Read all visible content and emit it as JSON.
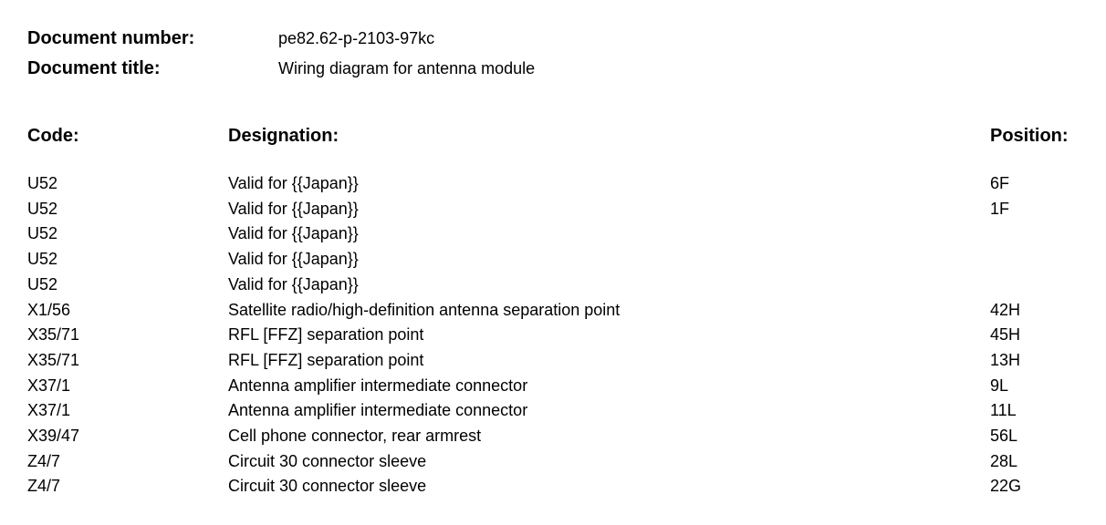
{
  "document_info": {
    "number_label": "Document number:",
    "number_value": "pe82.62-p-2103-97kc",
    "title_label": "Document title:",
    "title_value": "Wiring diagram for antenna module"
  },
  "table": {
    "headers": {
      "code": "Code:",
      "designation": "Designation:",
      "position": "Position:"
    },
    "rows": [
      {
        "code": "U52",
        "designation": "Valid for {{Japan}}",
        "position": "6F"
      },
      {
        "code": "U52",
        "designation": "Valid for {{Japan}}",
        "position": "1F"
      },
      {
        "code": "U52",
        "designation": "Valid for {{Japan}}",
        "position": ""
      },
      {
        "code": "U52",
        "designation": "Valid for {{Japan}}",
        "position": ""
      },
      {
        "code": "U52",
        "designation": "Valid for {{Japan}}",
        "position": ""
      },
      {
        "code": "X1/56",
        "designation": "Satellite radio/high-definition antenna separation point",
        "position": "42H"
      },
      {
        "code": "X35/71",
        "designation": "RFL [FFZ] separation point",
        "position": "45H"
      },
      {
        "code": "X35/71",
        "designation": "RFL [FFZ] separation point",
        "position": "13H"
      },
      {
        "code": "X37/1",
        "designation": "Antenna amplifier intermediate connector",
        "position": "9L"
      },
      {
        "code": "X37/1",
        "designation": "Antenna amplifier intermediate connector",
        "position": "11L"
      },
      {
        "code": "X39/47",
        "designation": "Cell phone connector, rear armrest",
        "position": "56L"
      },
      {
        "code": "Z4/7",
        "designation": "Circuit 30 connector sleeve",
        "position": "28L"
      },
      {
        "code": "Z4/7",
        "designation": "Circuit 30 connector sleeve",
        "position": "22G"
      }
    ]
  },
  "colors": {
    "background": "#ffffff",
    "text": "#000000"
  }
}
